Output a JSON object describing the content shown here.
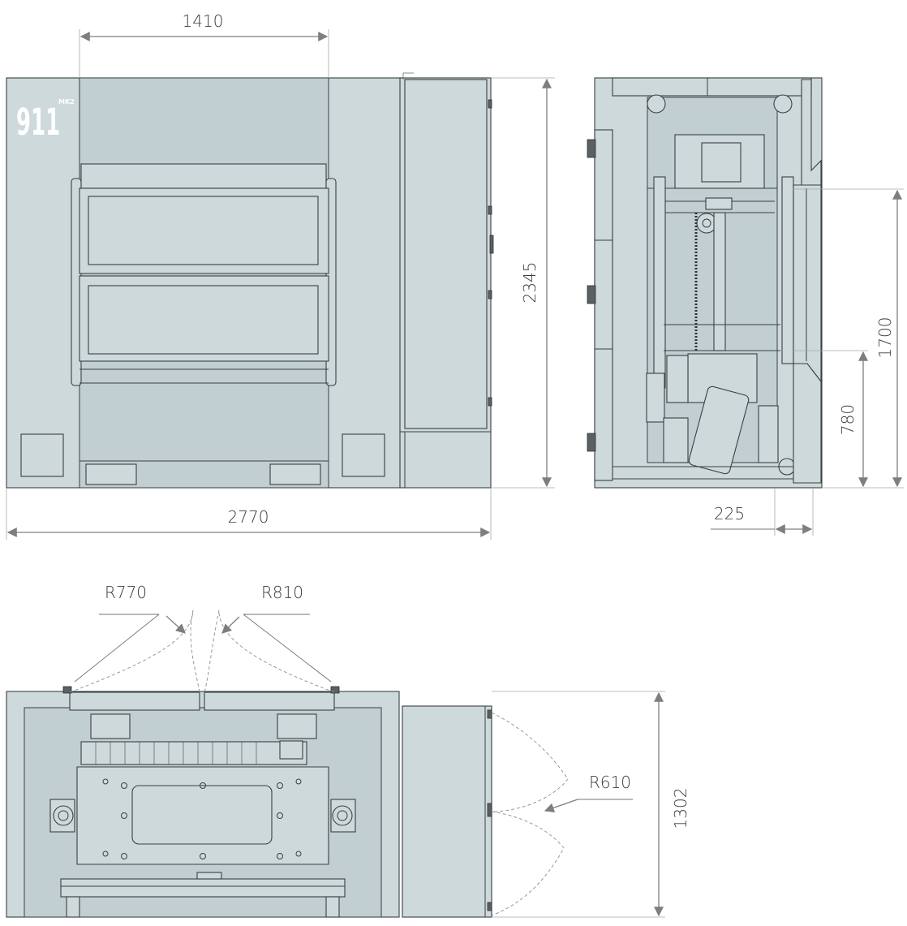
{
  "logo": {
    "main": "911",
    "sup": "MK2"
  },
  "dimensions": {
    "top_width": "1410",
    "total_width": "2770",
    "total_height": "2345",
    "side_height_upper": "1700",
    "side_height_lower": "780",
    "side_offset": "225",
    "plan_depth": "1302"
  },
  "radii": {
    "left_door": "R770",
    "right_door": "R810",
    "side_door": "R610"
  },
  "colors": {
    "machine_fill": "#ced9db",
    "outline": "#3a3f42",
    "dimension": "#7b7f82"
  }
}
